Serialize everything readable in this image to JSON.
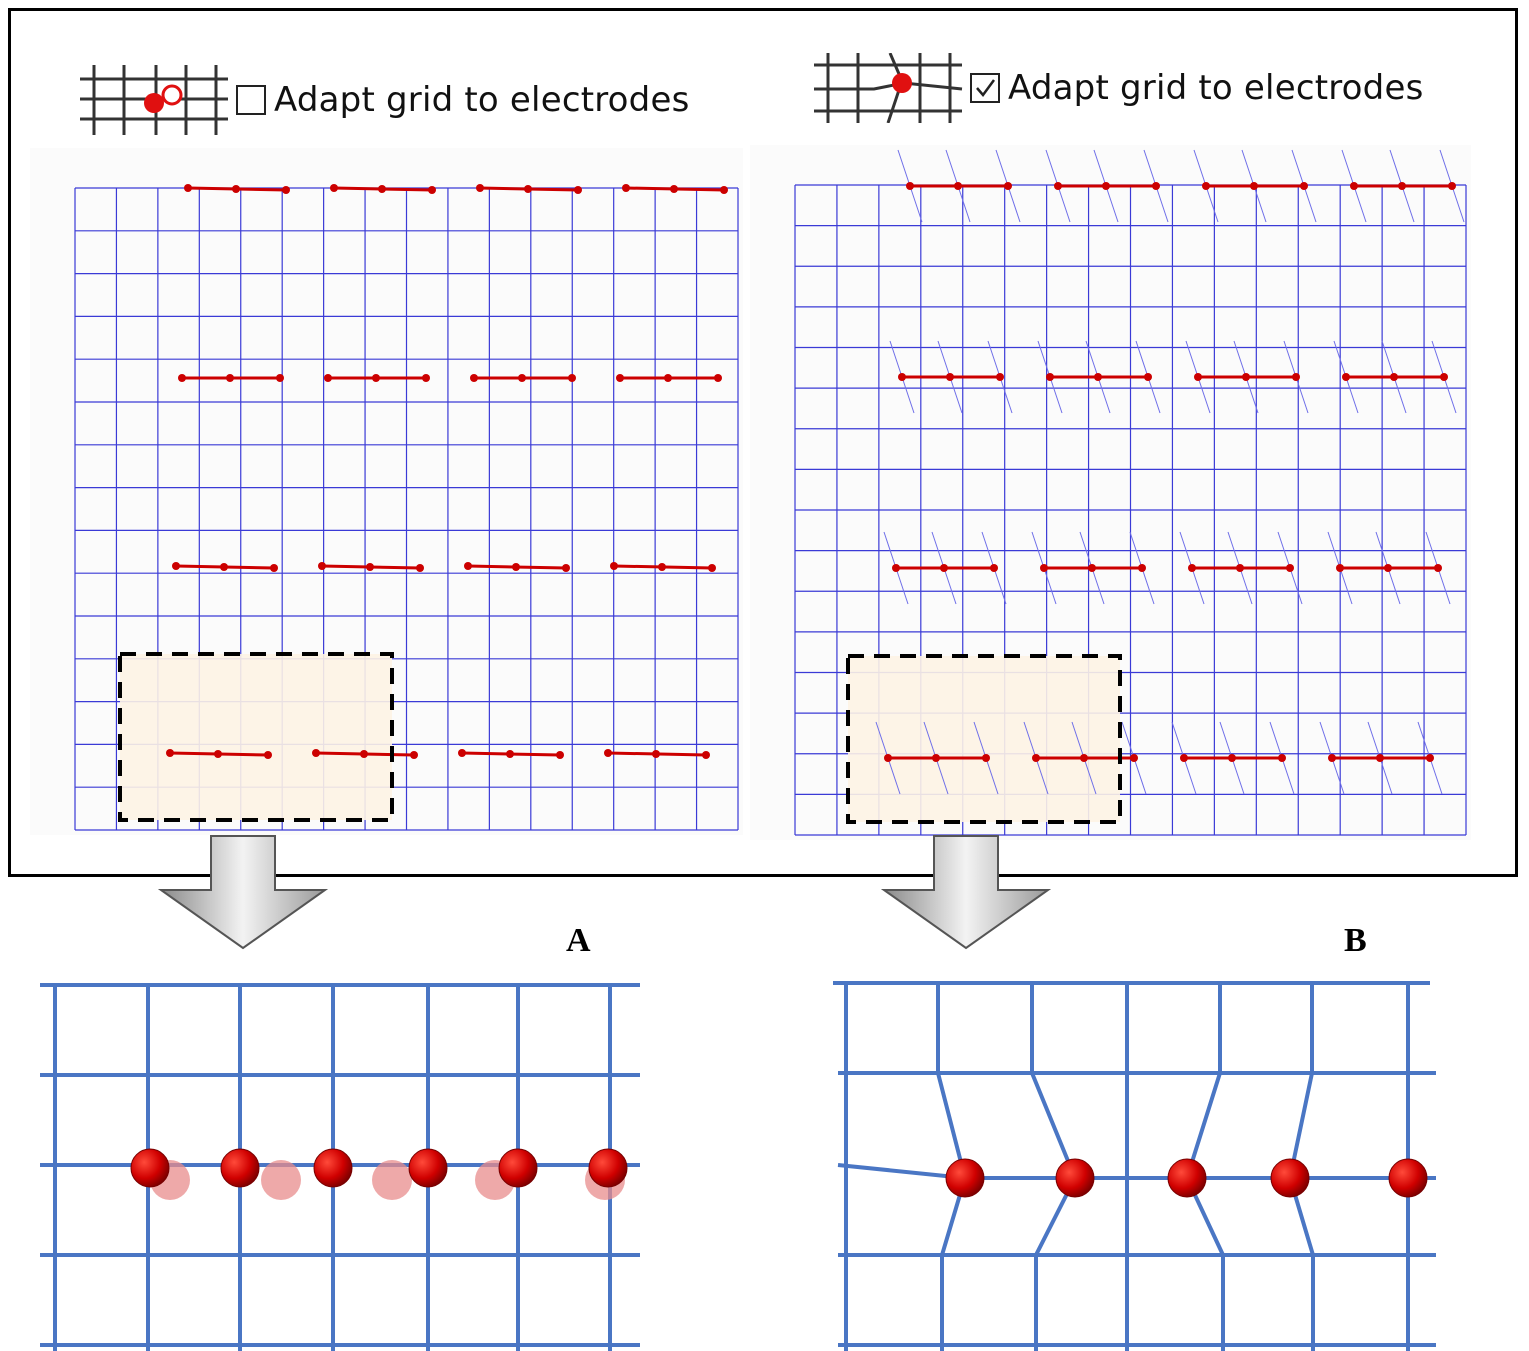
{
  "left_panel": {
    "option_label": "Adapt grid to electrodes",
    "checkbox_checked": false,
    "grid_adapted": false,
    "panel_label": "A"
  },
  "right_panel": {
    "option_label": "Adapt grid to electrodes",
    "checkbox_checked": true,
    "grid_adapted": true,
    "panel_label": "B"
  },
  "colors": {
    "grid_line": "#3a3ad6",
    "zoom_grid_line": "#4a76c4",
    "electrode": "#cc0000",
    "electrode_ghost": "#e88c8c",
    "highlight_fill": "#fdf3e4",
    "highlight_border": "#000000",
    "arrow_fill": "#c9c9c9"
  },
  "icons": [
    "grid-icon",
    "grid-adapted-icon",
    "checkbox-icon",
    "checkmark-icon",
    "down-arrow-icon"
  ]
}
